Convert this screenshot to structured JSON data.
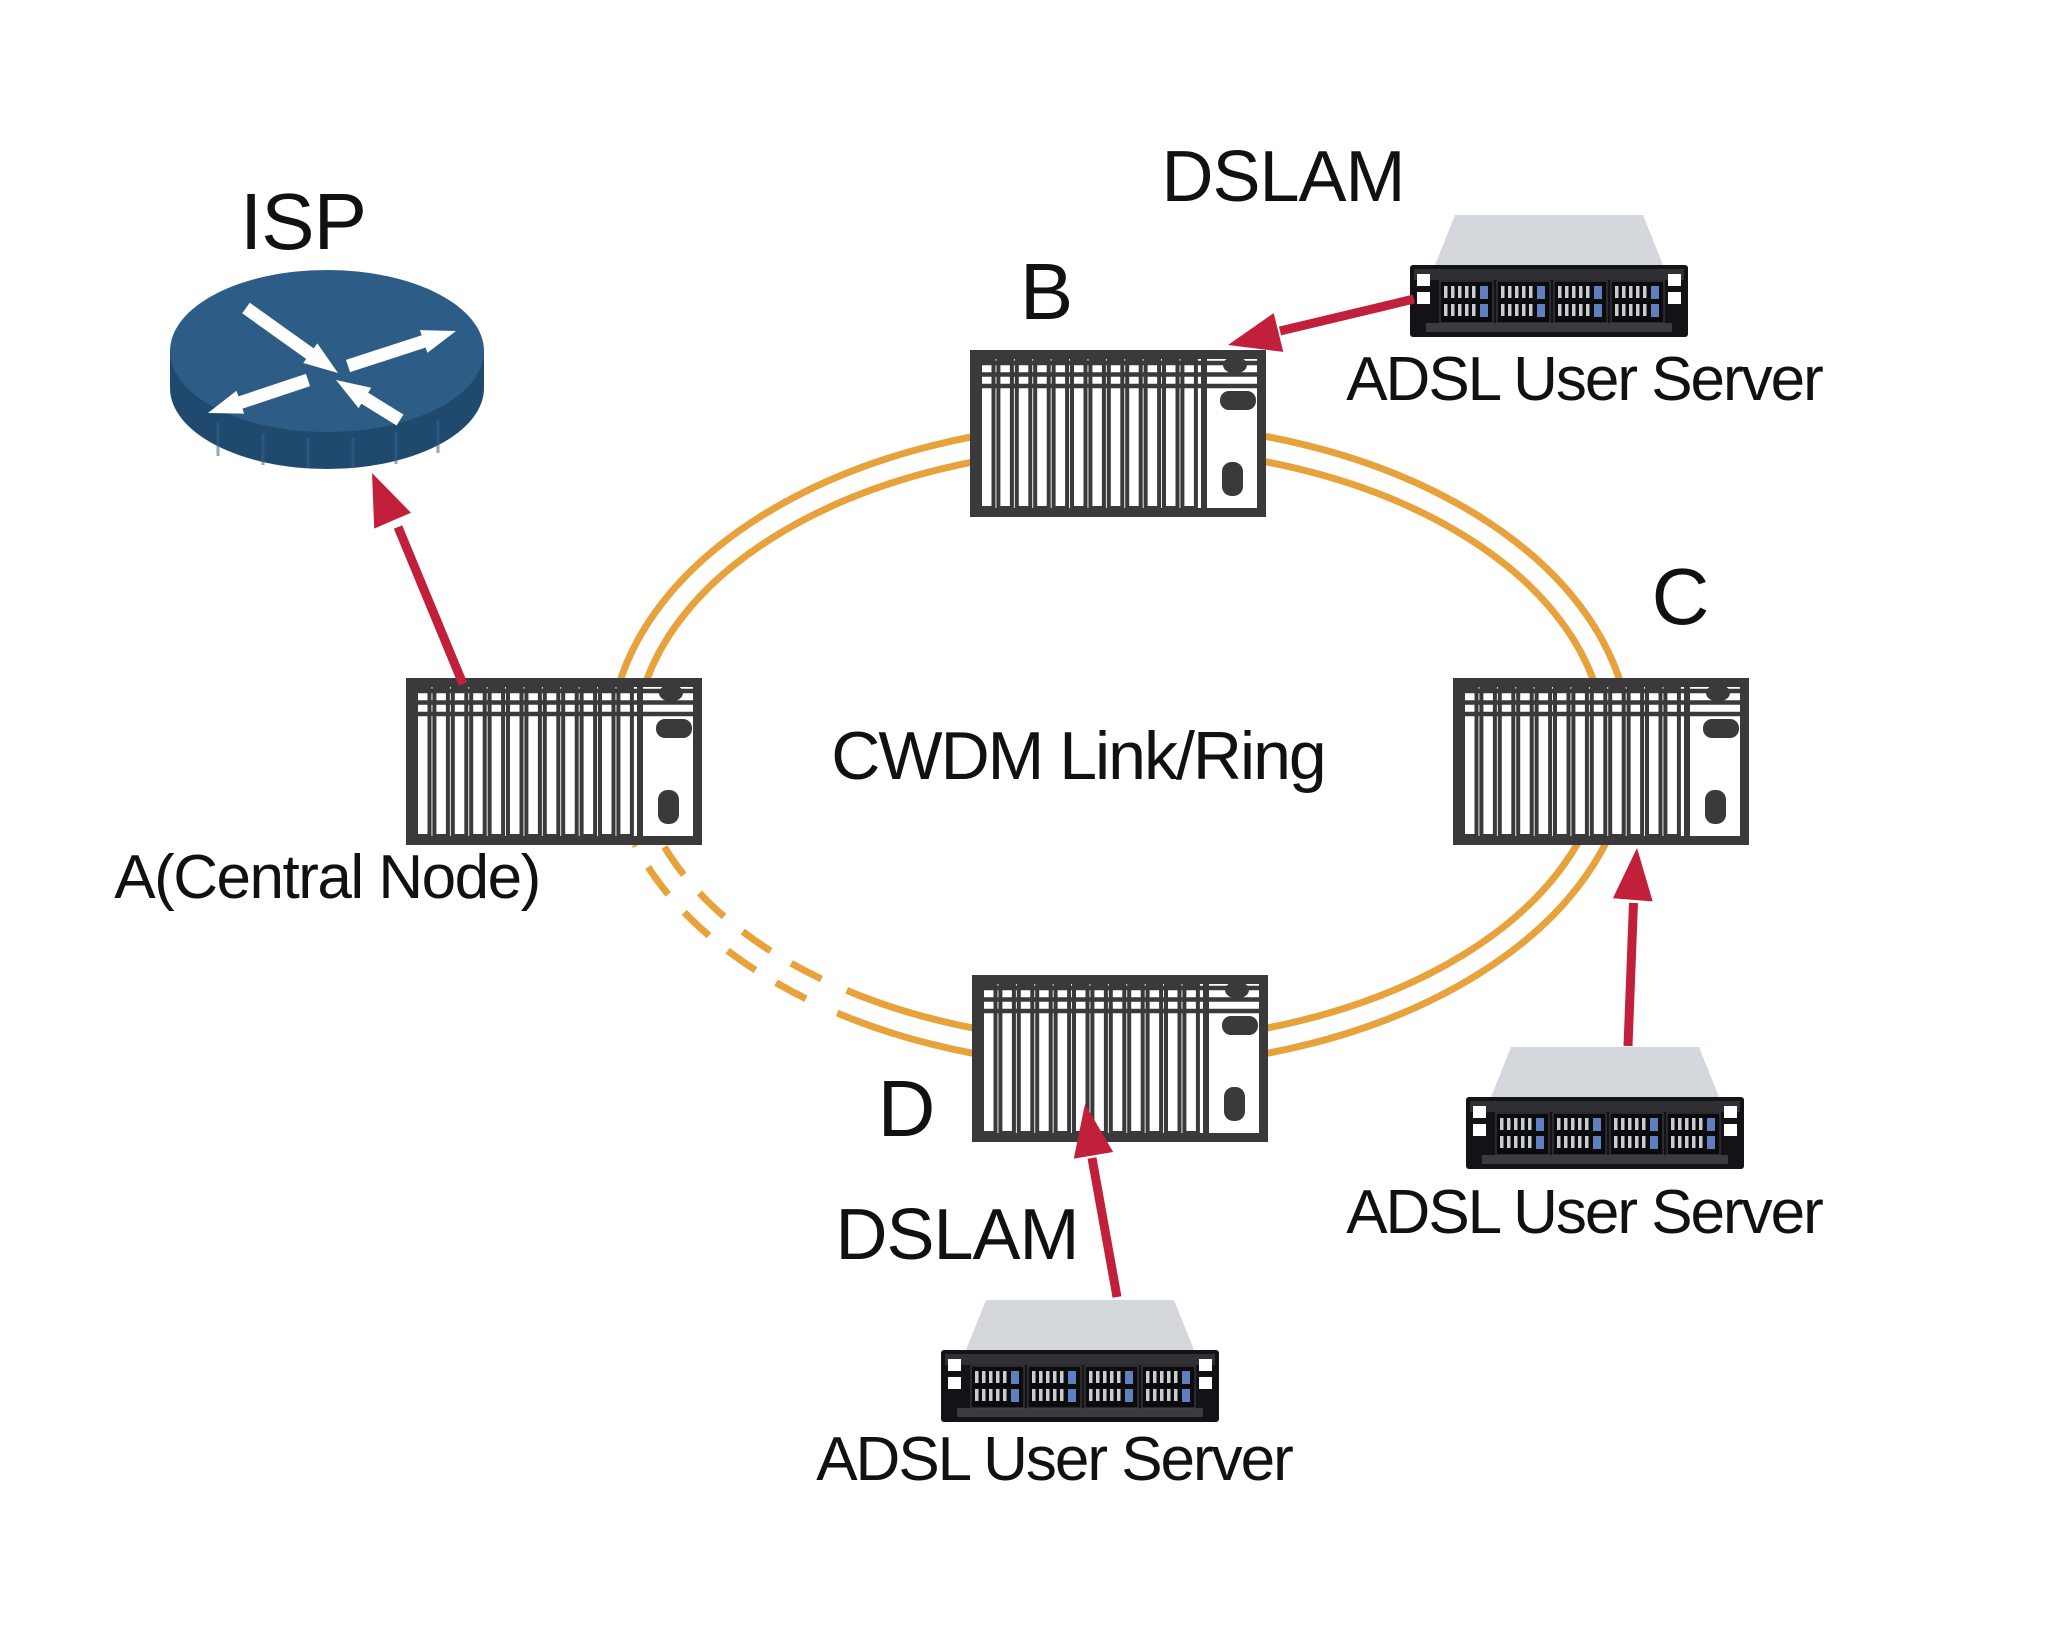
{
  "diagram": {
    "title": "CWDM Link/Ring",
    "isp": {
      "label": "ISP"
    },
    "nodes": {
      "a": {
        "id": "A",
        "label": "A(Central Node)"
      },
      "b": {
        "id": "B",
        "label": "B",
        "dslam": "DSLAM"
      },
      "c": {
        "id": "C",
        "label": "C"
      },
      "d": {
        "id": "D",
        "label": "D",
        "dslam": "DSLAM"
      }
    },
    "servers": {
      "top": {
        "label": "ADSL User Server",
        "connects_to": "B"
      },
      "right": {
        "label": "ADSL User Server",
        "connects_to": "C"
      },
      "bottom": {
        "label": "ADSL User Server",
        "connects_to": "D"
      }
    },
    "colors": {
      "ring": "#E8A23C",
      "arrow": "#C2203A",
      "router_top": "#2D5D86",
      "router_side": "#1F4A6E",
      "chassis": "#3A3A3D",
      "server_body": "#131317",
      "server_lid": "#D4D8DC",
      "server_accent": "#5F7FBE",
      "text": "#111111"
    }
  }
}
